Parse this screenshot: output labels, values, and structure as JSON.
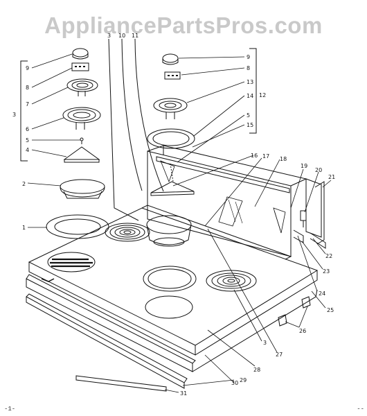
{
  "watermark": "AppliancePartsPros.com",
  "footer": {
    "left": "-1-",
    "right": "--"
  },
  "callouts": {
    "c9L": "9",
    "c8L": "8",
    "c7": "7",
    "c6": "6",
    "c5L": "5",
    "c4": "4",
    "c3L": "3",
    "c2": "2",
    "c1": "1",
    "c3top": "3",
    "c10": "10",
    "c11": "11",
    "c9R": "9",
    "c8R": "8",
    "c13": "13",
    "c14": "14",
    "c12": "12",
    "c5R": "5",
    "c15": "15",
    "c16": "16",
    "c17": "17",
    "c18": "18",
    "c19": "19",
    "c20": "20",
    "c21": "21",
    "c22": "22",
    "c23": "23",
    "c24": "24",
    "c25": "25",
    "c26": "26",
    "c27": "27",
    "c3bot": "3",
    "c28": "28",
    "c29": "29",
    "c30": "30",
    "c31": "31"
  },
  "colors": {
    "line": "#111111",
    "watermark": "#c9c9c9",
    "paper": "#ffffff"
  }
}
